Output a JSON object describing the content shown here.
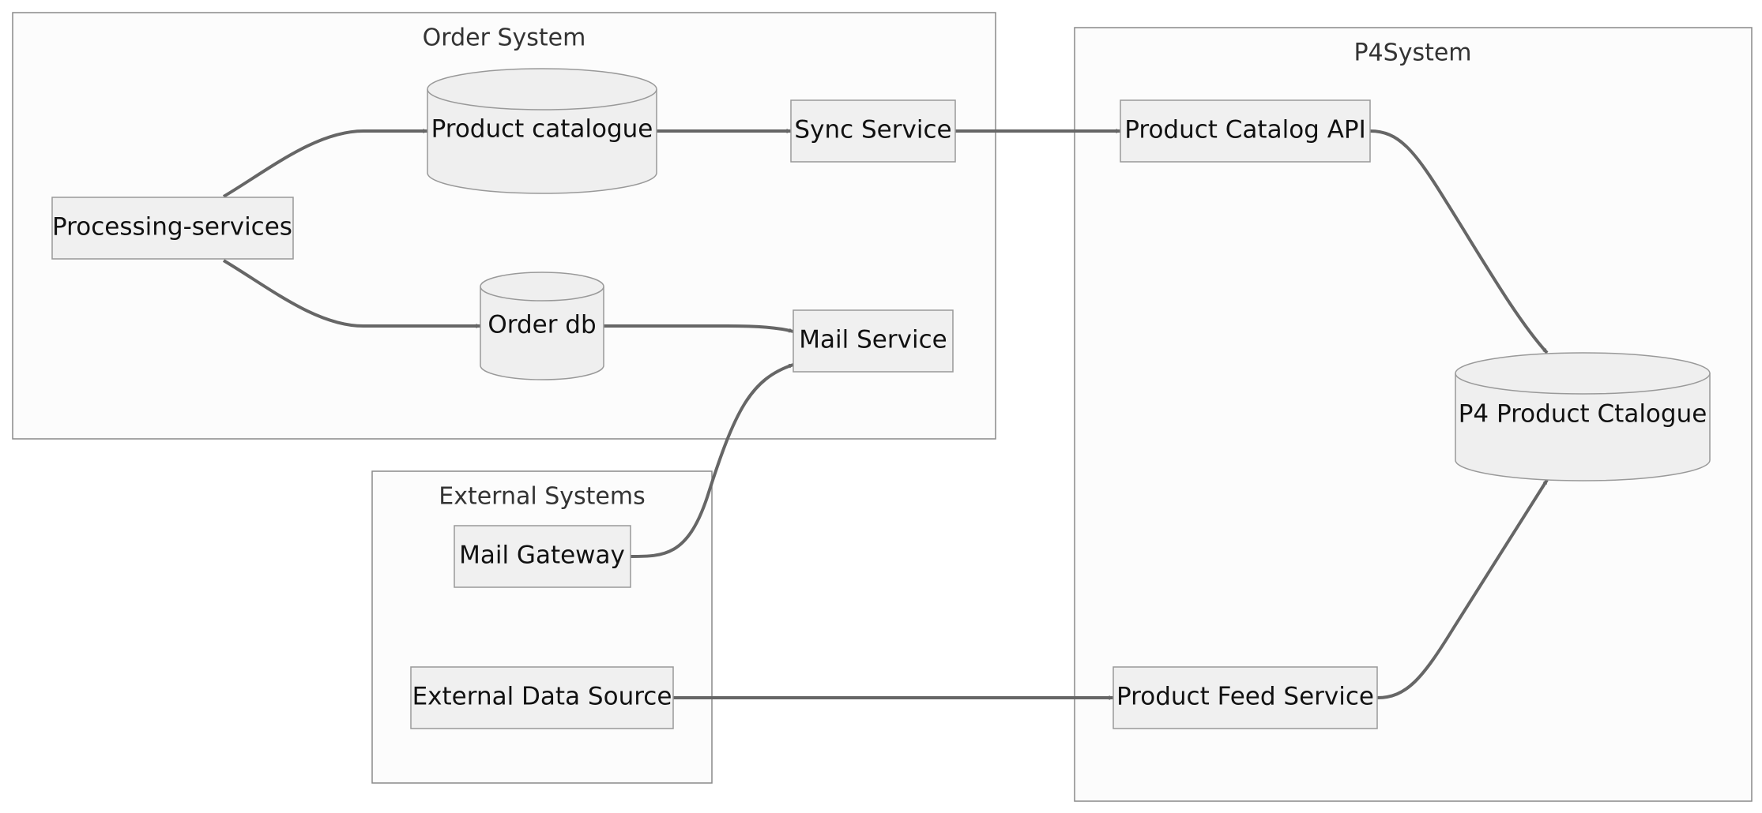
{
  "clusters": {
    "order_system": "Order System",
    "p4_system": "P4System",
    "external_systems": "External Systems"
  },
  "nodes": {
    "processing_services": "Processing-services",
    "product_catalogue": "Product catalogue",
    "sync_service": "Sync Service",
    "order_db": "Order db",
    "mail_service": "Mail Service",
    "product_catalog_api": "Product Catalog API",
    "p4_product_catalogue": "P4 Product Ctalogue",
    "mail_gateway": "Mail Gateway",
    "external_data_source": "External Data Source",
    "product_feed_service": "Product Feed Service"
  },
  "colors": {
    "edge": "#666666",
    "node_fill": "#f0f0f0",
    "cluster_fill": "#fcfcfc"
  }
}
